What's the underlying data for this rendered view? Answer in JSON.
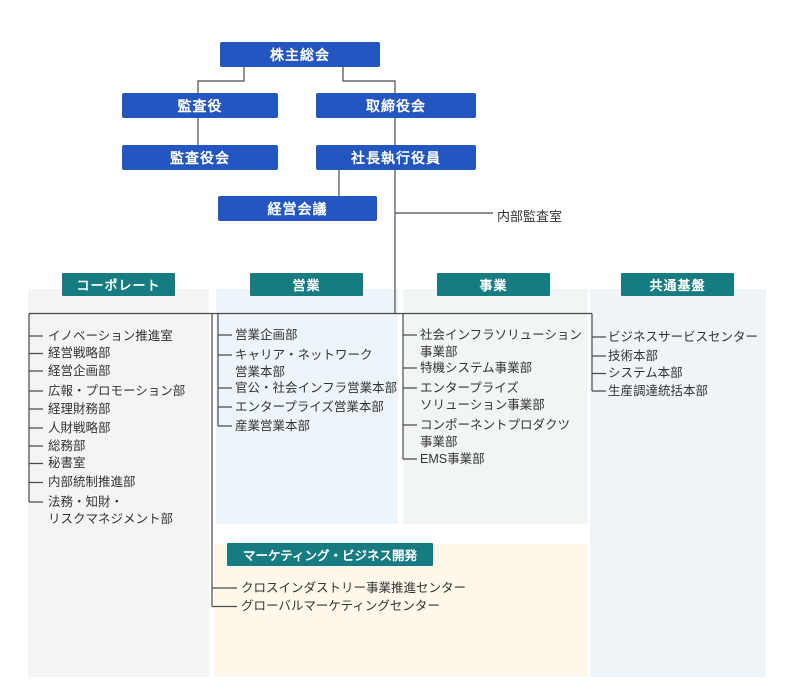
{
  "governance": {
    "shareholders_meeting": "株主総会",
    "auditor": "監査役",
    "board_of_directors": "取締役会",
    "audit_board": "監査役会",
    "president_executive": "社長執行役員",
    "management_meeting": "経営会議",
    "internal_audit_office": "内部監査室"
  },
  "groups": [
    {
      "label": "コーポレート",
      "items": [
        "イノベーション推進室",
        "経営戦略部",
        "経営企画部",
        "広報・プロモーション部",
        "経理財務部",
        "人財戦略部",
        "総務部",
        "秘書室",
        "内部統制推進部",
        "法務・知財・\nリスクマネジメント部"
      ]
    },
    {
      "label": "営業",
      "items": [
        "営業企画部",
        "キャリア・ネットワーク\n営業本部",
        "官公・社会インフラ営業本部",
        "エンタープライズ営業本部",
        "産業営業本部"
      ]
    },
    {
      "label": "事業",
      "items": [
        "社会インフラソリューション\n事業部",
        "特機システム事業部",
        "エンタープライズ\nソリューション事業部",
        "コンポーネントプロダクツ\n事業部",
        "EMS事業部"
      ]
    },
    {
      "label": "共通基盤",
      "items": [
        "ビジネスサービスセンター",
        "技術本部",
        "システム本部",
        "生産調達統括本部"
      ]
    },
    {
      "label": "マーケティング・ビジネス開発",
      "items": [
        "クロスインダストリー事業推進センター",
        "グローバルマーケティングセンター"
      ]
    }
  ],
  "colors": {
    "box-blue": "#2456c2",
    "header-teal": "#177c81",
    "line": "#4a4a4a",
    "text": "#333333",
    "panel-gray": "#f3f5f5",
    "panel-blue": "#edf4fa",
    "panel-gray2": "#f2f5f6",
    "panel-blue2": "#eef4f8",
    "panel-cream": "#fdf8ea"
  }
}
